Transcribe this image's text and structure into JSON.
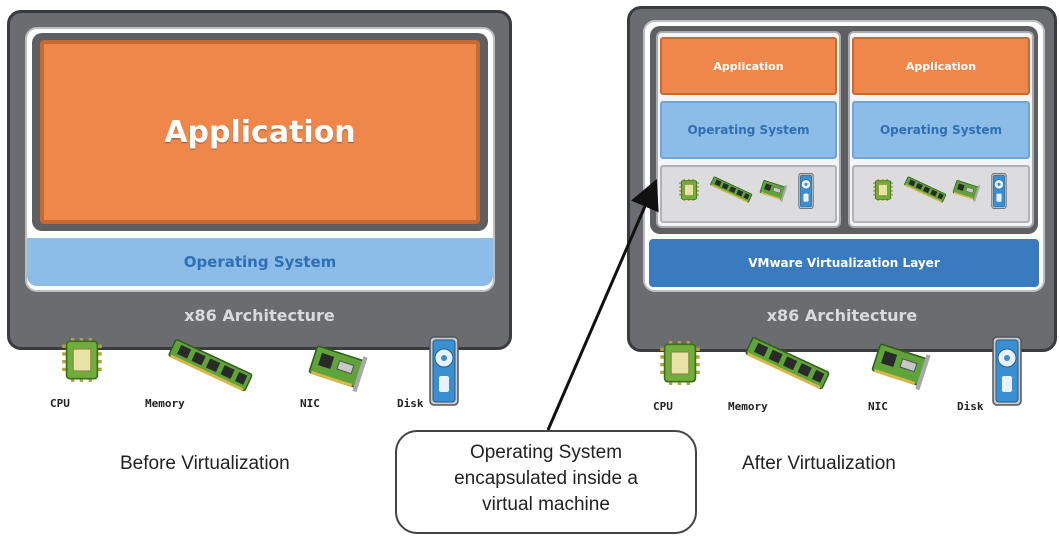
{
  "before": {
    "application_label": "Application",
    "os_label": "Operating System",
    "arch_label": "x86 Architecture",
    "hardware": [
      "CPU",
      "Memory",
      "NIC",
      "Disk"
    ],
    "caption": "Before Virtualization"
  },
  "after": {
    "vms": [
      {
        "application_label": "Application",
        "os_label": "Operating System"
      },
      {
        "application_label": "Application",
        "os_label": "Operating System"
      }
    ],
    "virtualization_layer_label": "VMware Virtualization Layer",
    "arch_label": "x86 Architecture",
    "hardware": [
      "CPU",
      "Memory",
      "NIC",
      "Disk"
    ],
    "caption": "After Virtualization"
  },
  "callout": {
    "lines": [
      "Operating System",
      "encapsulated inside a",
      "virtual machine"
    ]
  },
  "colors": {
    "application": "#ef864a",
    "operating_system": "#8cbde8",
    "virtualization_layer": "#3a7bbf",
    "frame": "#6b6c70"
  },
  "icons": [
    "cpu-chip-icon",
    "memory-stick-icon",
    "nic-card-icon",
    "disk-drive-icon"
  ]
}
